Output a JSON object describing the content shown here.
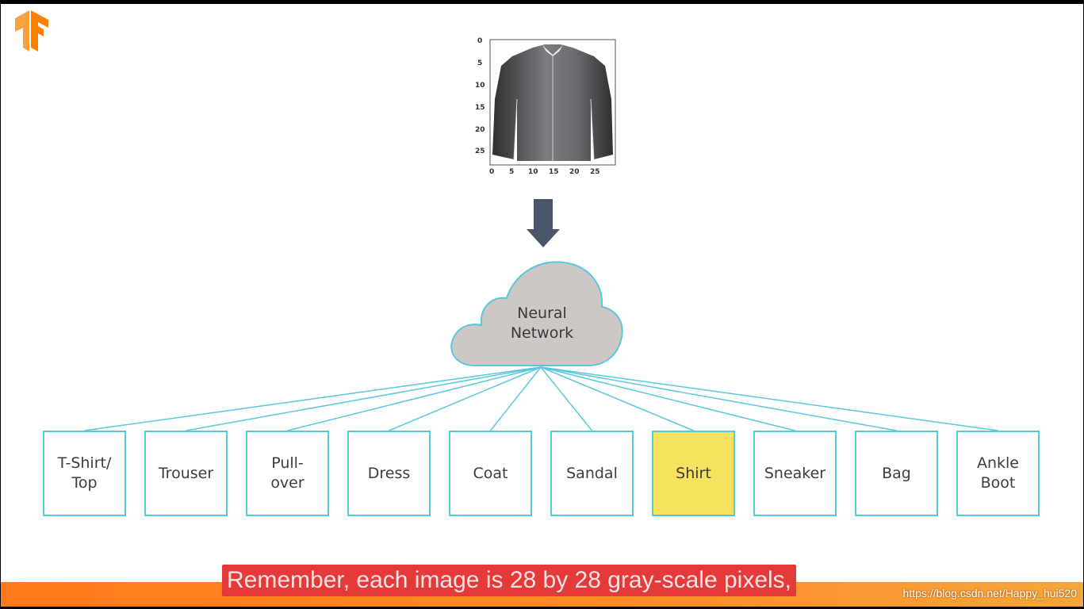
{
  "logo": {
    "name": "TensorFlow logo"
  },
  "image_plot": {
    "y_ticks": [
      "0",
      "5",
      "10",
      "15",
      "20",
      "25"
    ],
    "x_ticks": [
      "0",
      "5",
      "10",
      "15",
      "20",
      "25"
    ]
  },
  "network": {
    "label_line1": "Neural",
    "label_line2": "Network"
  },
  "classes": [
    {
      "label": "T-Shirt/\nTop",
      "highlighted": false
    },
    {
      "label": "Trouser",
      "highlighted": false
    },
    {
      "label": "Pull-\nover",
      "highlighted": false
    },
    {
      "label": "Dress",
      "highlighted": false
    },
    {
      "label": "Coat",
      "highlighted": false
    },
    {
      "label": "Sandal",
      "highlighted": false
    },
    {
      "label": "Shirt",
      "highlighted": true
    },
    {
      "label": "Sneaker",
      "highlighted": false
    },
    {
      "label": "Bag",
      "highlighted": false
    },
    {
      "label": "Ankle\nBoot",
      "highlighted": false
    }
  ],
  "colors": {
    "box_border": "#5bc7dc",
    "highlight": "#f6e25e",
    "cloud_fill": "#cdc7c6",
    "arrow": "#4a5669",
    "subtitle_bg": "#e53a3a",
    "bar": "#ff7a1a"
  },
  "subtitle": "Remember, each image is 28 by 28 gray-scale pixels,",
  "watermark": "https://blog.csdn.net/Happy_hui520"
}
